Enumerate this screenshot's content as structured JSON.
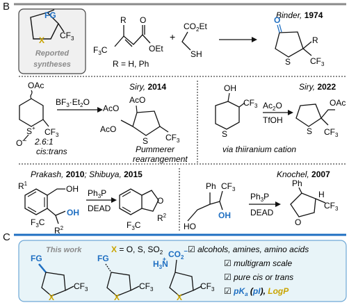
{
  "panels": {
    "B": "B",
    "C": "C"
  },
  "legend_box": {
    "fg": "FG",
    "cf3": "CF",
    "cf3_sub": "3",
    "x": "X",
    "caption_line1": "Reported",
    "caption_line2": "syntheses"
  },
  "binder": {
    "author": "Binder",
    "year": "1974",
    "reagent1_f3c": "F",
    "reagent1_f3c_sub": "3",
    "reagent1_c": "C",
    "reagent1_r": "R",
    "reagent1_oet": "OEt",
    "reagent1_o": "O",
    "plus": "+",
    "reagent2_co2et": "CO",
    "reagent2_co2et_sub": "2",
    "reagent2_et": "Et",
    "reagent2_sh": "SH",
    "r_def": "R = H, Ph",
    "product_o": "O",
    "product_s": "S",
    "product_r": "R",
    "product_cf3": "CF",
    "product_cf3_sub": "3"
  },
  "siry2014": {
    "author": "Siry",
    "year": "2014",
    "sm_oac": "OAc",
    "sm_s": "S",
    "sm_plus": "+",
    "sm_o": "O",
    "sm_minus": "–",
    "sm_cf3": "CF",
    "sm_cf3_sub": "3",
    "ratio": "2.6:1",
    "ratio_label": "cis:trans",
    "reagent_bf3": "BF",
    "reagent_bf3_sub": "3",
    "reagent_et2o": "·Et",
    "reagent_et2o_sub": "2",
    "reagent_o": "O",
    "product_aco_top": "AcO",
    "product_aco_left": "AcO",
    "product_aco_bottom": "AcO",
    "product_s": "S",
    "product_cf3": "CF",
    "product_cf3_sub": "3",
    "caption_line1": "Pummerer",
    "caption_line2": "rearrangement"
  },
  "siry2022": {
    "author": "Siry",
    "year": "2022",
    "sm_oh": "OH",
    "sm_cf3": "CF",
    "sm_cf3_sub": "3",
    "sm_s": "S",
    "reagent1": "Ac",
    "reagent1_sub": "2",
    "reagent1_o": "O",
    "reagent2": "TfOH",
    "product_s": "S",
    "product_oac": "OAc",
    "product_cf3": "CF",
    "product_cf3_sub": "3",
    "caption": "via thiiranium cation"
  },
  "prakash": {
    "author1": "Prakash",
    "year1": "2010",
    "sep": "; ",
    "author2": "Shibuya",
    "year2": "2015",
    "sm_r1": "R",
    "sm_r1_sup": "1",
    "sm_oh1": "OH",
    "sm_oh2": "OH",
    "sm_f3c": "F",
    "sm_f3c_sub": "3",
    "sm_f3c_c": "C",
    "sm_r2": "R",
    "sm_r2_sup": "2",
    "reagent1": "Ph",
    "reagent1_sub": "3",
    "reagent1_p": "P",
    "reagent2": "DEAD",
    "product_o": "O",
    "product_f3c": "F",
    "product_f3c_sub": "3",
    "product_f3c_c": "C",
    "product_r2": "R",
    "product_r2_sup": "2"
  },
  "knochel": {
    "author": "Knochel",
    "year": "2007",
    "sm_ph": "Ph",
    "sm_cf3": "CF",
    "sm_cf3_sub": "3",
    "sm_ho": "HO",
    "sm_oh": "OH",
    "reagent1": "Ph",
    "reagent1_sub": "3",
    "reagent1_p": "P",
    "reagent2": "DEAD",
    "product_ph": "Ph",
    "product_h": "H",
    "product_o": "O",
    "product_cf3": "CF",
    "product_cf3_sub": "3"
  },
  "this_work": {
    "label": "This work",
    "x_def_x": "X",
    "x_def": " = O, S, SO",
    "x_def_sub": "2",
    "checklist": [
      "alcohols, amines, amino acids",
      "multigram scale",
      "pure cis or trans"
    ],
    "pka": "pK",
    "pka_sub": "a",
    "pi_open": " (",
    "pi": "pI",
    "pi_close": "), ",
    "logp": "LogP",
    "check_glyph": "☑",
    "mol1_fg": "FG",
    "mol1_x": "X",
    "mol1_cf3": "CF",
    "mol1_cf3_sub": "3",
    "mol2_fg": "FG",
    "mol2_x": "X",
    "mol2_cf3": "CF",
    "mol2_cf3_sub": "3",
    "mol3_h3n": "H",
    "mol3_h3n_sub": "3",
    "mol3_n": "N",
    "mol3_plus": "+",
    "mol3_co2": "CO",
    "mol3_co2_sub": "2",
    "mol3_minus": "–",
    "mol3_x": "X",
    "mol3_cf3": "CF",
    "mol3_cf3_sub": "3"
  },
  "colors": {
    "blue": "#1f6fc2",
    "yellow_x": "#c9a400",
    "gray": "#8a8a8a",
    "box_fill": "#e8f4f8",
    "legend_fill": "#f0f0f0"
  }
}
